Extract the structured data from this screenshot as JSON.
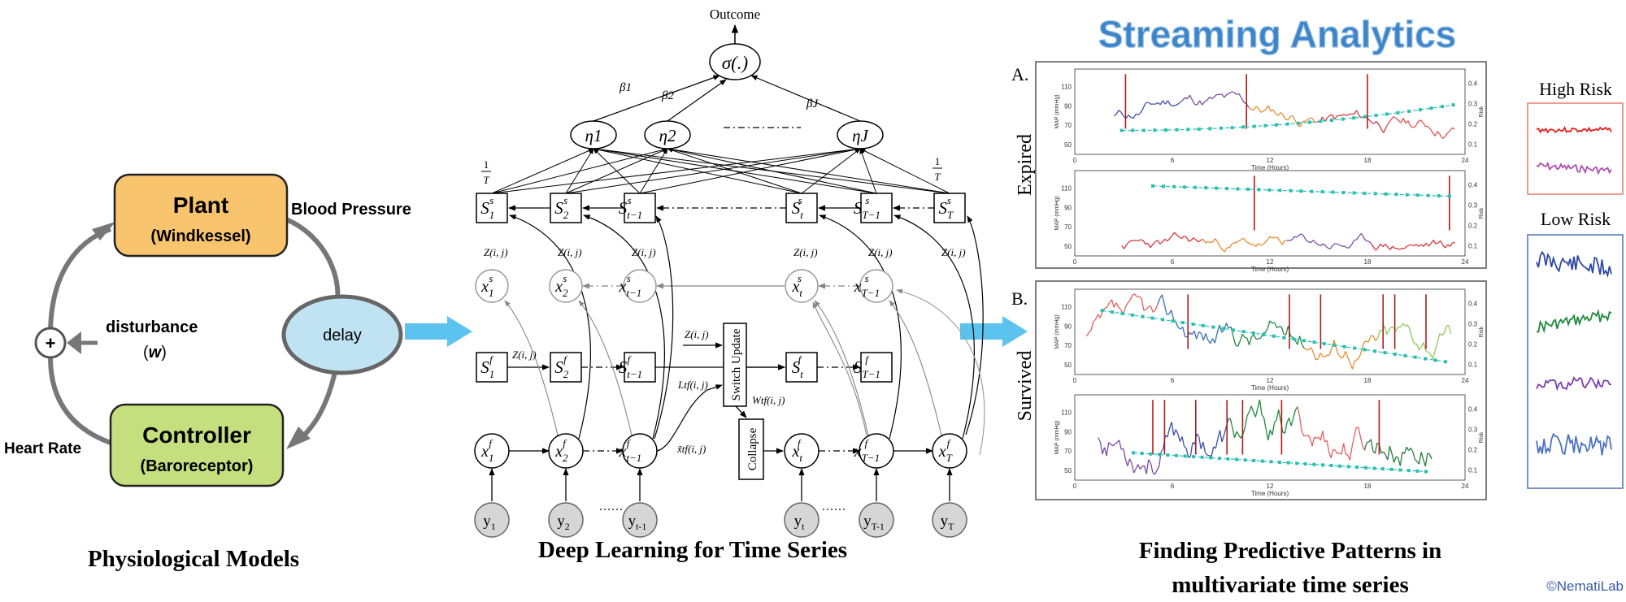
{
  "physio": {
    "plant_title": "Plant",
    "plant_sub": "(Windkessel)",
    "controller_title": "Controller",
    "controller_sub": "(Baroreceptor)",
    "delay": "delay",
    "blood_pressure": "Blood Pressure",
    "heart_rate": "Heart Rate",
    "plus": "+",
    "disturbance": "disturbance",
    "w_open": "(",
    "w": "w",
    "w_close": ")",
    "caption": "Physiological Models"
  },
  "deep": {
    "outcome": "Outcome",
    "sigma": "σ(.)",
    "beta1": "β1",
    "beta2": "β2",
    "betaJ": "βJ",
    "eta1": "η1",
    "eta2": "η2",
    "etaJ": "ηJ",
    "one": "1",
    "T": "T",
    "S_top": [
      "S1s",
      "S2s",
      "St−1s",
      "Sts",
      "ST−1s",
      "STs"
    ],
    "Z": "Z(i, j)",
    "x_s": [
      "x1s",
      "x2s",
      "xt−1s",
      "xts",
      "xT−1s"
    ],
    "S_f": [
      "S1f",
      "S2f",
      "St−1f",
      "Stf",
      "ST−1f"
    ],
    "x_f": [
      "x1f",
      "x2f",
      "xt−1f",
      "xtf",
      "xT−1f",
      "xTf"
    ],
    "y": [
      "y1",
      "y2",
      "yt-1",
      "yt",
      "yT-1",
      "yT"
    ],
    "switch_update": "Switch Update",
    "collapse": "Collapse",
    "L": "Ltf(i, j)",
    "W": "Wtf(i, j)",
    "xtilde": "x̃tf(i, j)",
    "dots": "·······",
    "caption": "Deep Learning for Time Series"
  },
  "stream": {
    "title": "Streaming Analytics",
    "panel_a": "A.",
    "panel_b": "B.",
    "expired": "Expired",
    "survived": "Survived",
    "map_label": "MAP (mmHg)",
    "risk_label": "Risk",
    "x_label": "Time (Hours)",
    "x_ticks": [
      "0",
      "6",
      "12",
      "18",
      "24"
    ],
    "y_ticks": [
      "50",
      "70",
      "90",
      "110"
    ],
    "risk_ticks": [
      "0.1",
      "0.2",
      "0.3",
      "0.4"
    ],
    "high_risk": "High Risk",
    "low_risk": "Low Risk",
    "caption_line1": "Finding Predictive Patterns in",
    "caption_line2": "multivariate time series",
    "copyright": "©NematiLab"
  },
  "colors": {
    "plant": "#f9c46e",
    "controller": "#c5df7e",
    "delay": "#bfe3f2",
    "arrow_blue": "#5bc3ee",
    "title_blue": "#3d84c9",
    "teal": "#2bbfb0",
    "red": "#c7201f"
  }
}
